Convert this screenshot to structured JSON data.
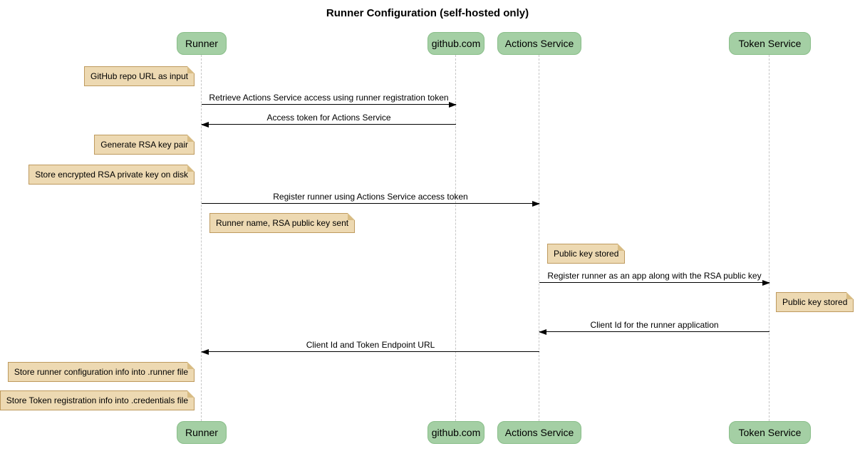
{
  "colors": {
    "actor_fill": "#A4CFA4",
    "actor_border": "#89BE89",
    "note_fill": "#EDD9B2",
    "note_border": "#BE9A5E",
    "note_fold": "#D8BC84",
    "lifeline": "#C6C6C6",
    "arrow": "#000000",
    "text": "#000000"
  },
  "title": "Runner Configuration (self-hosted only)",
  "participants": [
    {
      "label": "Runner"
    },
    {
      "label": "github.com"
    },
    {
      "label": "Actions Service"
    },
    {
      "label": "Token Service"
    }
  ],
  "messages": [
    {
      "from": "Runner",
      "to": "github.com",
      "label": "Retrieve Actions Service access using runner registration token"
    },
    {
      "from": "github.com",
      "to": "Runner",
      "label": "Access token for Actions Service"
    },
    {
      "from": "Runner",
      "to": "Actions Service",
      "label": "Register runner using Actions Service access token"
    },
    {
      "from": "Actions Service",
      "to": "Token Service",
      "label": "Register runner as an app along with the RSA public key"
    },
    {
      "from": "Token Service",
      "to": "Actions Service",
      "label": "Client Id for the runner application"
    },
    {
      "from": "Actions Service",
      "to": "Runner",
      "label": "Client Id and Token Endpoint URL"
    }
  ],
  "notes": [
    {
      "position": "left of Runner",
      "text": "GitHub repo URL as input"
    },
    {
      "position": "left of Runner",
      "text": "Generate RSA key pair"
    },
    {
      "position": "left of Runner",
      "text": "Store encrypted RSA private key on disk"
    },
    {
      "position": "right of Runner",
      "text": "Runner name, RSA public key sent"
    },
    {
      "position": "right of Actions Service",
      "text": "Public key stored"
    },
    {
      "position": "right of Token Service",
      "text": "Public key stored"
    },
    {
      "position": "left of Runner",
      "text": "Store runner configuration info into .runner file"
    },
    {
      "position": "left of Runner",
      "text": "Store Token registration info into .credentials file"
    }
  ]
}
